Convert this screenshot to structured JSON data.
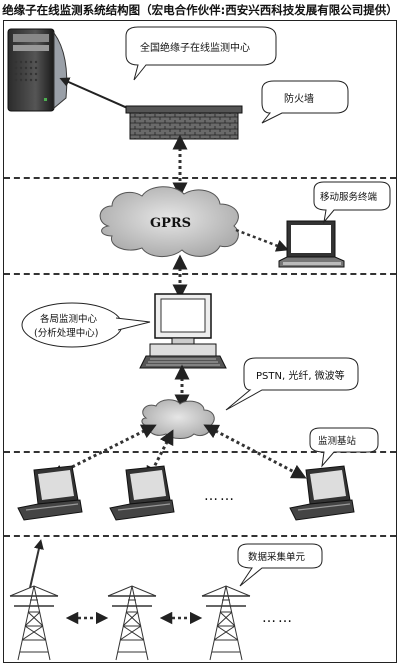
{
  "title": "绝缘子在线监测系统结构图（宏电合作伙伴:西安兴西科技发展有限公司提供）",
  "labels": {
    "center": "全国绝缘子在线监测中心",
    "firewall": "防火墙",
    "gprs": "GPRS",
    "mobile": "移动服务终端",
    "bureau_line1": "各局监测中心",
    "bureau_line2": "(分析处理中心)",
    "pstn": "PSTN, 光纤, 微波等",
    "base": "监测基站",
    "collector": "数据采集单元",
    "dots": "……",
    "dots2": "……"
  }
}
